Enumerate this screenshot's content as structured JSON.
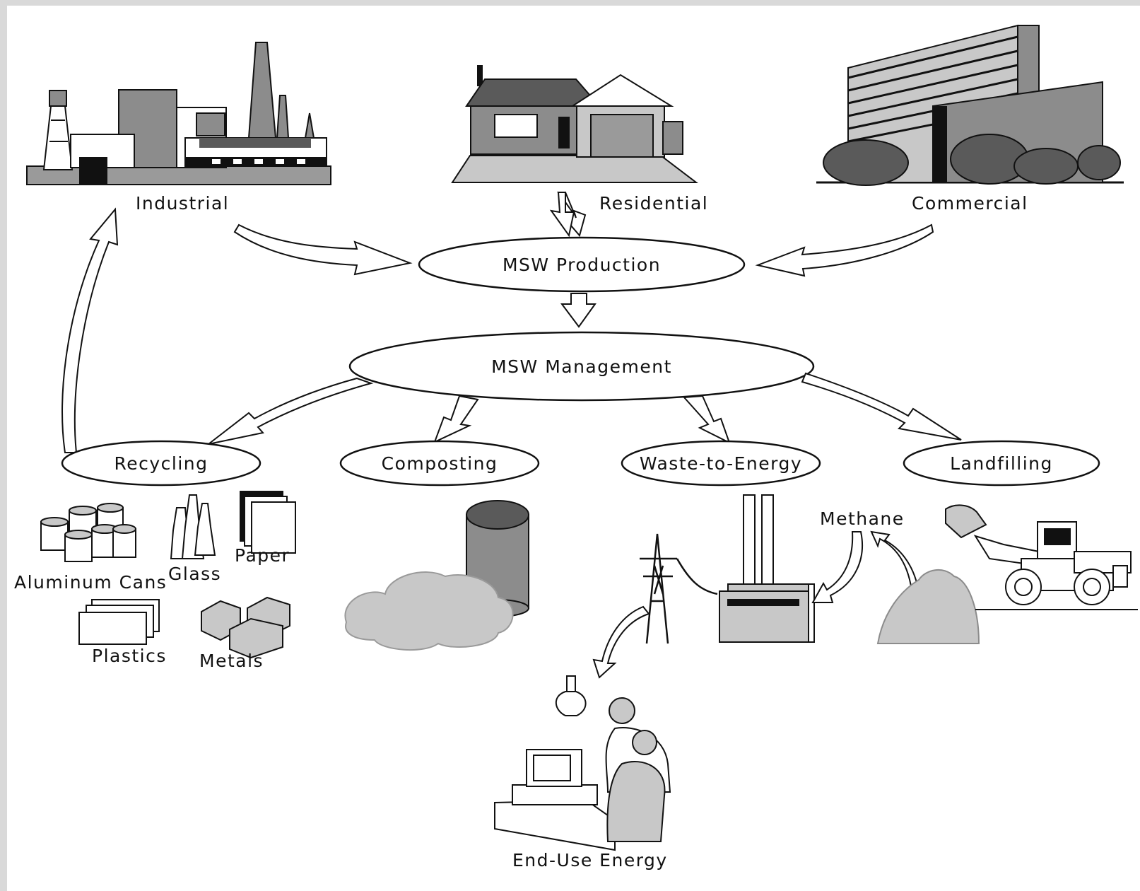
{
  "sources": {
    "industrial": "Industrial",
    "residential": "Residential",
    "commercial": "Commercial"
  },
  "nodes": {
    "production": "MSW Production",
    "management": "MSW Management",
    "recycling": "Recycling",
    "composting": "Composting",
    "waste_to_energy": "Waste-to-Energy",
    "landfilling": "Landfilling"
  },
  "materials": {
    "aluminum_cans": "Aluminum Cans",
    "glass": "Glass",
    "paper": "Paper",
    "plastics": "Plastics",
    "metals": "Metals"
  },
  "energy": {
    "methane": "Methane",
    "end_use": "End-Use Energy"
  },
  "colors": {
    "background_frame": "#d9d9d9",
    "canvas": "#ffffff",
    "line": "#111111",
    "light_gray": "#c8c8c8",
    "mid_gray": "#8c8c8c",
    "dark_gray": "#5a5a5a"
  }
}
